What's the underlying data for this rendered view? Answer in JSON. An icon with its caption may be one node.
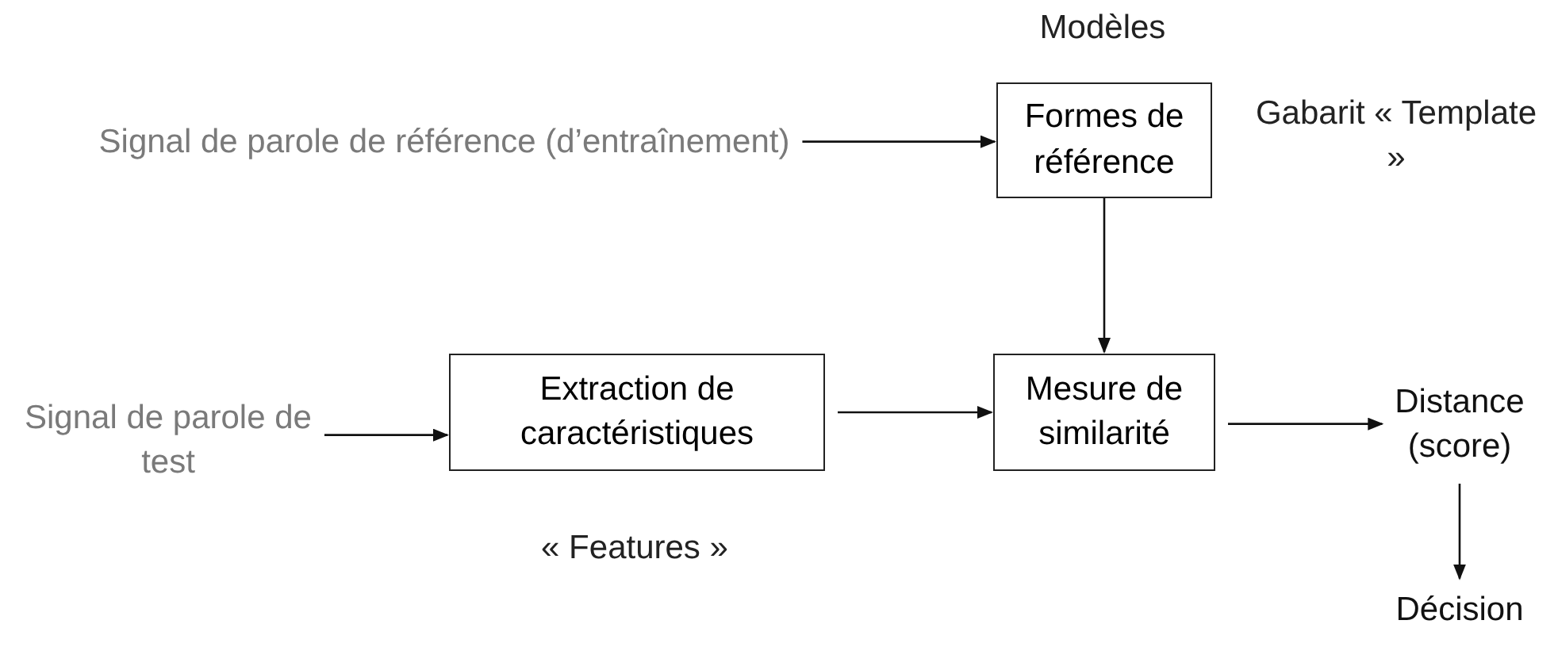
{
  "diagram": {
    "nodes": [
      {
        "text": [
          "Signal de parole de référence (d’entraînement)"
        ]
      },
      {
        "text": [
          "Formes de référence"
        ],
        "beside": [
          "Modèles",
          "Gabarit « Template »"
        ]
      },
      {
        "text": [
          "Signal de parole de test"
        ]
      },
      {
        "text": [
          "Extraction de caractéristiques"
        ],
        "beside": [
          "« Features »"
        ]
      },
      {
        "text": [
          "Mesure de similarité"
        ]
      },
      {
        "text": [
          "Distance (score)"
        ]
      },
      {
        "text": [
          "Décision"
        ]
      }
    ],
    "edges": [
      {
        "from": 0,
        "to": 1,
        "arrow": "to"
      },
      {
        "from": 1,
        "to": 4,
        "arrow": "to"
      },
      {
        "from": 2,
        "to": 3,
        "arrow": "to"
      },
      {
        "from": 3,
        "to": 4,
        "arrow": "to"
      },
      {
        "from": 4,
        "to": 5,
        "arrow": "to"
      },
      {
        "from": 5,
        "to": 6,
        "arrow": "to"
      }
    ]
  }
}
